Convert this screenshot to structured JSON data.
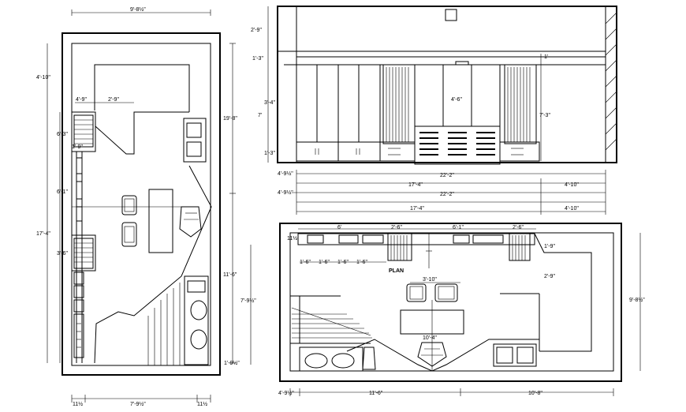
{
  "dims": {
    "left_top_width": "9'-8½\"",
    "left_h_4_10": "4'-10\"",
    "left_h_4_9": "4'-9\"",
    "left_h_2_9": "2'-9\"",
    "left_h_6_3": "6'-3\"",
    "left_h_1_9": "1'-9\"",
    "left_h_6_1": "6'-1\"",
    "left_h_17_4": "17'-4\"",
    "left_h_3_6": "3'-6\"",
    "left_h_19_8": "19'-8\"",
    "left_h_11_6": "11'-6\"",
    "left_h_7_9": "7'-9½\"",
    "left_h_1_9b": "1'-9½\"",
    "left_bot_a": "11½",
    "left_bot_b": "7'-9½\"",
    "left_bot_c": "11½",
    "elev_2_9": "2'-9\"",
    "elev_1_3": "1'-3\"",
    "elev_7": "7'",
    "elev_3_4": "3'-4\"",
    "elev_1_3b": "1'-3\"",
    "elev_4_6": "4'-6\"",
    "elev_7_3": "7'-3\"",
    "elev_1": "1'",
    "elev_22_2": "22'-2\"",
    "elev_4_9": "4'-9½\"",
    "elev_17_4": "17'-4\"",
    "elev_4_10": "4'-10\"",
    "plan_22_2": "22'-2\"",
    "plan_4_9": "4'-9½\"",
    "plan_17_4": "17'-4\"",
    "plan_4_10": "4'-10\"",
    "plan_11_a": "11½",
    "plan_6": "6'",
    "plan_2_6": "2'-6\"",
    "plan_6_1": "6'-1\"",
    "plan_2_6b": "2'-6\"",
    "plan_1_9": "1'-9\"",
    "plan_2_9": "2'-9\"",
    "plan_3_10": "3'-10\"",
    "plan_10_4": "10'-4\"",
    "plan_9_8": "9'-8½\"",
    "plan_bot_a": "4'-9½\"",
    "plan_bot_b": "11'-6\"",
    "plan_bot_c": "10'-8\"",
    "plan_small": "1'-6\"",
    "plan_label": "PLAN"
  }
}
